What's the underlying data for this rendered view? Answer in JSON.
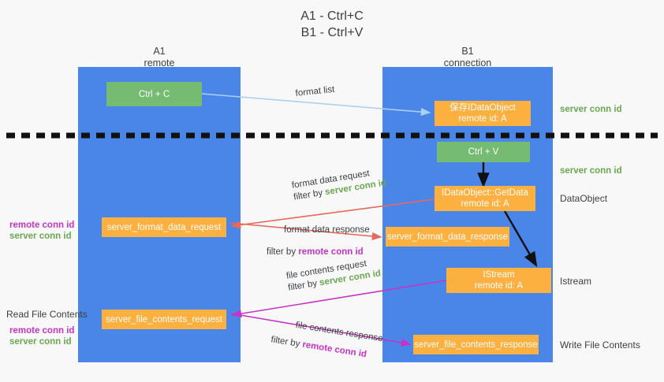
{
  "title": {
    "line1": "A1 - Ctrl+C",
    "line2": "B1 - Ctrl+V"
  },
  "columns": [
    {
      "name": "A1",
      "subtitle": "remote"
    },
    {
      "name": "B1",
      "subtitle": "connection"
    }
  ],
  "nodes": {
    "ctrl_c": {
      "label": "Ctrl + C"
    },
    "save_idataobject": {
      "line1": "保存IDataObject",
      "line2": "remote id: A"
    },
    "ctrl_v": {
      "label": "Ctrl + V"
    },
    "getdata": {
      "line1": "IDataObject::GetData",
      "line2": "remote id: A"
    },
    "istream": {
      "line1": "IStream",
      "line2": "remote id: A"
    },
    "server_format_data_request": {
      "label": "server_format_data_request"
    },
    "server_format_data_response": {
      "label": "server_format_data_response"
    },
    "server_file_contents_request": {
      "label": "server_file_contents_request"
    },
    "server_file_contents_response": {
      "label": "server_file_contents_response"
    }
  },
  "edges": {
    "format_list": {
      "label": "format list"
    },
    "format_data_request": {
      "line1": "format data request",
      "filter_prefix": "filter by ",
      "filter_value": "server conn id"
    },
    "format_data_response": {
      "line1": "format data response",
      "filter_prefix": "filter by ",
      "filter_value": "remote conn id"
    },
    "file_contents_request": {
      "line1": "file contents request",
      "filter_prefix": "filter by ",
      "filter_value": "server conn id"
    },
    "file_contents_response": {
      "line1": "file contents response",
      "filter_prefix": "filter by ",
      "filter_value": "remote conn id"
    }
  },
  "annotations": {
    "right_server_conn_id_top": "server conn id",
    "right_server_conn_id_mid": "server conn id",
    "right_dataobject": "DataObject",
    "right_istream": "Istream",
    "right_write_file_contents": "Write File Contents",
    "left_remote_conn_id_1": "remote conn id",
    "left_server_conn_id_1": "server conn id",
    "left_read_file_contents": "Read File Contents",
    "left_remote_conn_id_2": "remote conn id",
    "left_server_conn_id_2": "server conn id"
  },
  "colors": {
    "lane": "#4a86e8",
    "green_box": "#76bb72",
    "orange_box": "#fbb040",
    "green_text": "#6aa84f",
    "magenta_text": "#c733c7",
    "arrow_light_blue": "#a8d0f0",
    "arrow_red": "#e8685a",
    "arrow_magenta": "#c733c7",
    "arrow_black": "#000000",
    "background": "#f8f8f8"
  }
}
